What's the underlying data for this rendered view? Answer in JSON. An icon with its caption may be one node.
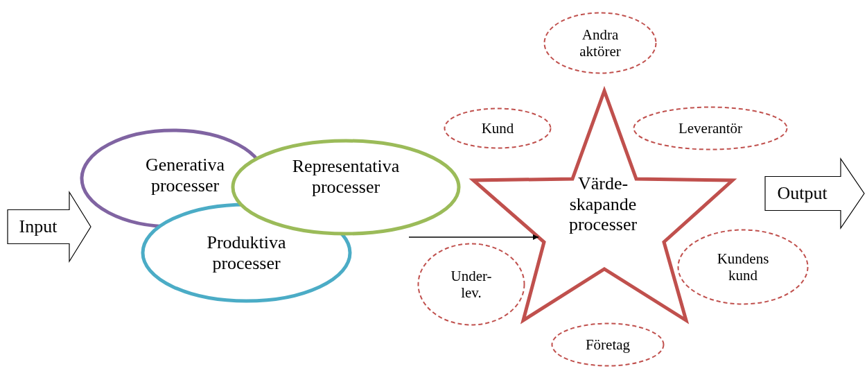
{
  "diagram": {
    "nodes": [
      {
        "text": [
          "Input"
        ]
      },
      {
        "text": [
          "Generativa processer"
        ]
      },
      {
        "text": [
          "Representativa processer"
        ]
      },
      {
        "text": [
          "Produktiva processer"
        ]
      },
      {
        "text": [
          "Värde- skapande processer"
        ]
      },
      {
        "text": [
          "Andra aktörer"
        ]
      },
      {
        "text": [
          "Kund"
        ]
      },
      {
        "text": [
          "Leverantör"
        ]
      },
      {
        "text": [
          "Kundens kund"
        ]
      },
      {
        "text": [
          "Under- lev."
        ]
      },
      {
        "text": [
          "Företag"
        ]
      },
      {
        "text": [
          "Output"
        ]
      }
    ],
    "edges": [
      {
        "from": null,
        "to": 4,
        "arrow": "to"
      }
    ]
  }
}
